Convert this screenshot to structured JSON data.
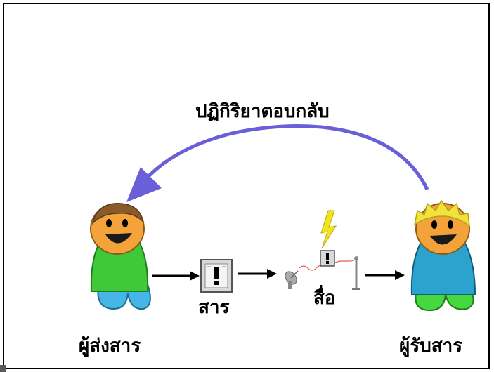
{
  "diagram": {
    "feedback_label": "ปฏิกิริยาตอบกลับ",
    "sender_label": "ผู้ส่งสาร",
    "receiver_label": "ผู้รับสาร",
    "message_label": "สาร",
    "medium_label": "สื่อ"
  },
  "colors": {
    "feedback_arrow": "#6a5fd8",
    "sender_shirt": "#3fc93a",
    "sender_hair": "#8a5a2b",
    "receiver_shirt": "#2aa3cf",
    "receiver_hair": "#f2e23a",
    "face": "#f4a23a",
    "pants_sender": "#45b6e6",
    "pants_receiver": "#46d83e",
    "lightning": "#f1e41a",
    "signal_wave": "#e05a5a"
  },
  "icons": {
    "message": "message-box-icon",
    "antenna": "satellite-dish-icon",
    "lightning": "lightning-icon",
    "receiver_antenna": "antenna-pole-icon"
  }
}
